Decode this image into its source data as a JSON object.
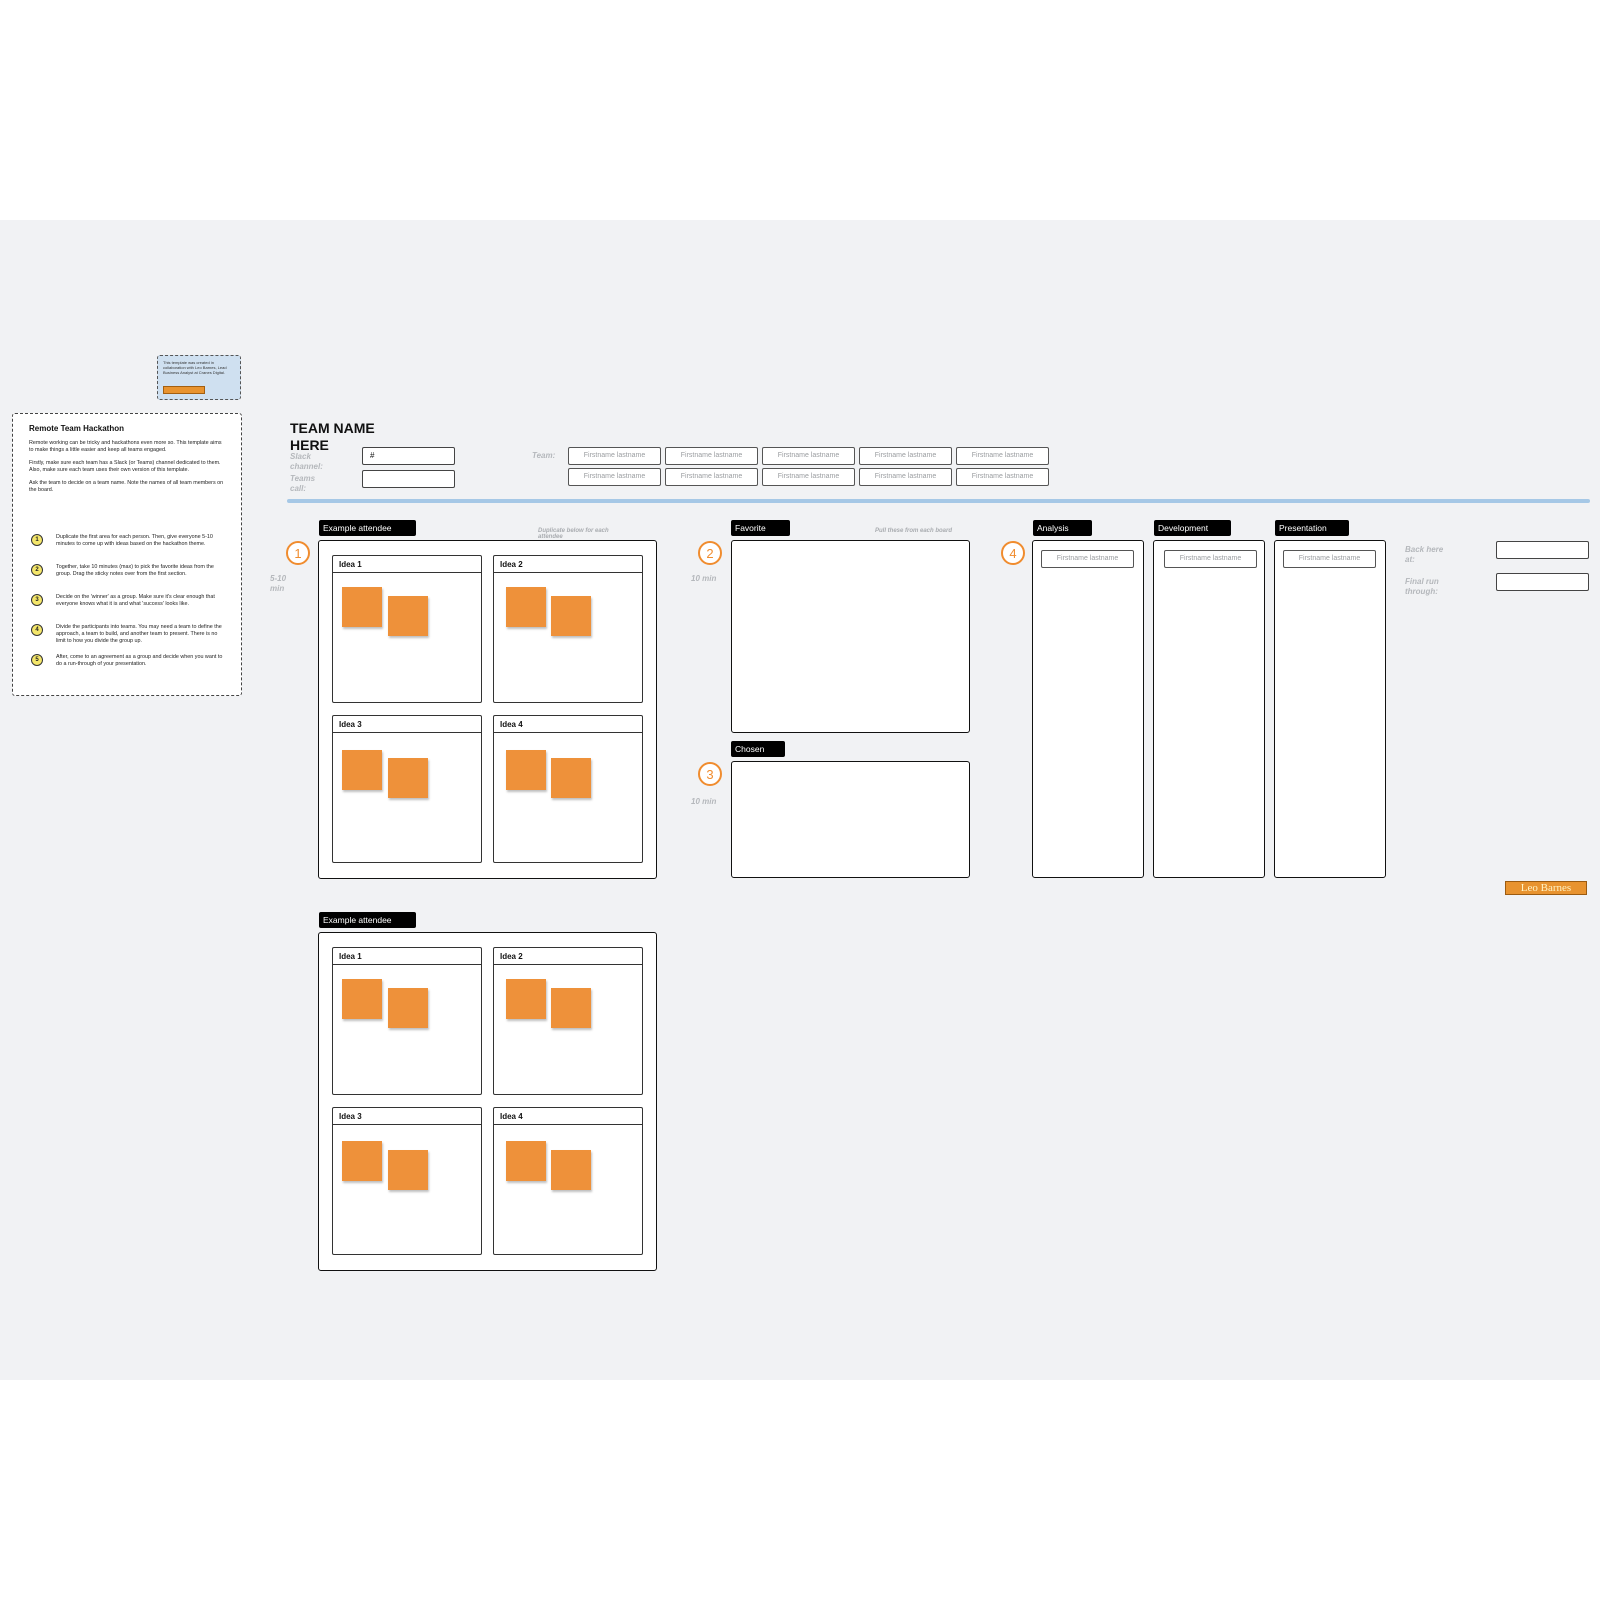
{
  "credit_note": {
    "text": "This template was created in collaboration with Leo Barnes, Lead Business Analyst at Cranes Digital."
  },
  "instructions": {
    "title": "Remote Team Hackathon",
    "paragraphs": [
      "Remote working can be tricky and hackathons even more so. This template aims to make things a little easier and keep all teams engaged.",
      "Firstly, make sure each team has a Slack (or Teams) channel dedicated to them. Also, make sure each team uses their own version of this template.",
      "Ask the team to decide on a team name. Note the names of all team members on the board."
    ],
    "steps": [
      {
        "num": "1",
        "text": "Duplicate the first area for each person. Then, give everyone 5-10 minutes to come up with ideas based on the hackathon theme."
      },
      {
        "num": "2",
        "text": "Together, take 10 minutes (max) to pick the favorite ideas from the group. Drag the sticky notes over from the first section."
      },
      {
        "num": "3",
        "text": "Decide on the 'winner' as a group. Make sure it's clear enough that everyone knows what it is and what 'success' looks like."
      },
      {
        "num": "4",
        "text": "Divide the participants into teams. You may need a team to define the approach, a team to build, and another team to present. There is no limit to how you divide the group up."
      },
      {
        "num": "5",
        "text": "After, come to an agreement as a group and decide when you want to do a run-through of your presentation."
      }
    ]
  },
  "header": {
    "team_title": "TEAM NAME HERE",
    "slack_label": "Slack channel:",
    "slack_value": "#",
    "teams_label": "Teams call:",
    "team_label": "Team:",
    "member_placeholder": "Firstname lastname"
  },
  "section1": {
    "number": "1",
    "time": "5-10 min",
    "hint": "Duplicate below for each attendee",
    "tag": "Example attendee",
    "ideas": [
      "Idea 1",
      "Idea 2",
      "Idea 3",
      "Idea 4"
    ]
  },
  "section2": {
    "number": "2",
    "time": "10 min",
    "tag": "Favorite",
    "hint": "Pull these from each board"
  },
  "section3": {
    "number": "3",
    "time": "10 min",
    "tag": "Chosen"
  },
  "section4": {
    "number": "4",
    "columns": [
      "Analysis",
      "Development",
      "Presentation"
    ],
    "member_placeholder": "Firstname lastname",
    "back_label": "Back here at:",
    "final_label": "Final run through:"
  },
  "section1_copy": {
    "tag": "Example attendee",
    "ideas": [
      "Idea 1",
      "Idea 2",
      "Idea 3",
      "Idea 4"
    ]
  },
  "signature": "Leo Barnes",
  "colors": {
    "accent_orange": "#f08c2e",
    "sticky": "#ee913a",
    "divider_blue": "#a6c8e6",
    "board_bg": "#f1f2f4"
  }
}
